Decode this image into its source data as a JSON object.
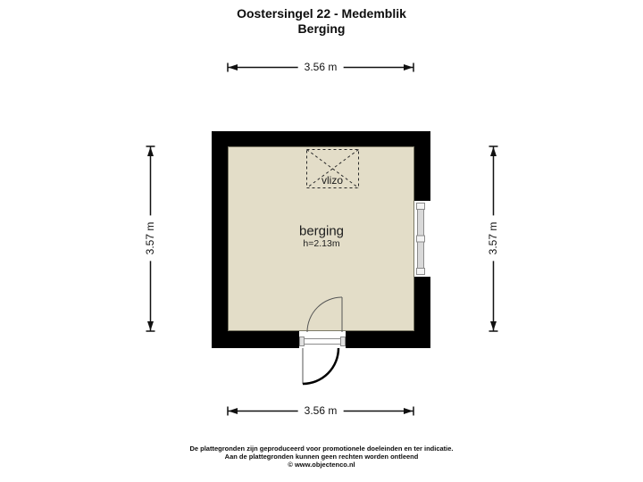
{
  "header": {
    "title": "Oostersingel 22 - Medemblik",
    "subtitle": "Berging"
  },
  "room": {
    "name": "berging",
    "ceiling_height": "h=2.13m",
    "hatch_label": "vlizo"
  },
  "dimensions": {
    "top": "3.56 m",
    "bottom": "3.56 m",
    "left": "3.57 m",
    "right": "3.57 m"
  },
  "footer": {
    "line1": "De plattegronden zijn geproduceerd voor promotionele doeleinden en ter indicatie.",
    "line2": "Aan de plattegronden kunnen geen rechten worden ontleend",
    "line3": "© www.objectenco.nl"
  },
  "colors": {
    "background": "#ffffff",
    "wall": "#000000",
    "floor": "#e3ddc8",
    "dimension_line": "#111111",
    "frame_gray": "#8c8c8c"
  }
}
